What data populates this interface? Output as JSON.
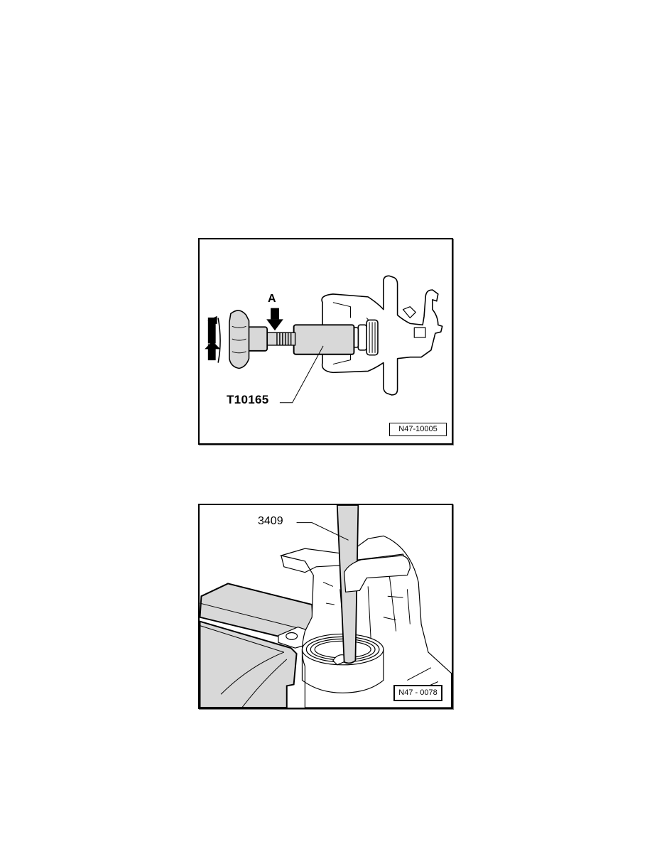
{
  "page": {
    "background": "#ffffff"
  },
  "figures": [
    {
      "id": "fig1",
      "labels": {
        "arrow_label": "A",
        "tool_label": "T10165",
        "reference_code": "N47-10005"
      },
      "description": "Brake caliper piston resetting tool with knob and spindle; rotation arrows on knob"
    },
    {
      "id": "fig2",
      "labels": {
        "tool_label": "3409",
        "reference_code": "N47 - 0078"
      },
      "description": "Caliper piston bore with tool 3409 inserted; brake pad housing on left"
    }
  ],
  "colors": {
    "line": "#000000",
    "fill_gray": "#d8d8d8",
    "fill_white": "#ffffff"
  }
}
